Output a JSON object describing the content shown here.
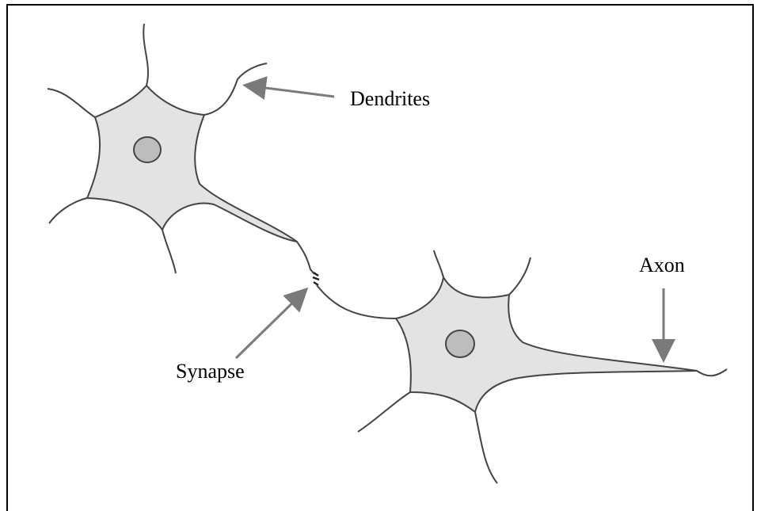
{
  "labels": {
    "dendrites": "Dendrites",
    "synapse": "Synapse",
    "axon": "Axon"
  },
  "colors": {
    "cell_fill": "#e3e3e3",
    "nucleus_fill": "#bdbdbd",
    "outline": "#444444",
    "arrow": "#7a7a7a",
    "frame": "#000000"
  }
}
